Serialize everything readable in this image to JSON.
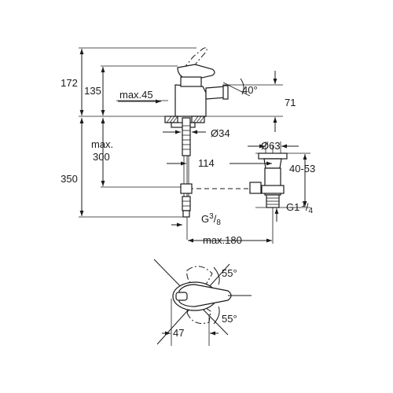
{
  "dimensions": {
    "h_total": "172",
    "h_spout": "135",
    "max45": "max.45",
    "angle_lever": "40°",
    "h_71": "71",
    "dia_34": "Ø34",
    "max300_a": "max.",
    "max300_b": "300",
    "h_350": "350",
    "w_114": "114",
    "dia_63": "Ø63",
    "range_40_53": "40-53",
    "thread_g": "G",
    "thread_g_num": "3",
    "thread_g_den": "8",
    "thread_g1": "G1",
    "thread_g1_num": "1",
    "thread_g1_den": "4",
    "max180": "max.180",
    "angle_top": "55°",
    "angle_bottom": "55°",
    "w_47": "47"
  }
}
